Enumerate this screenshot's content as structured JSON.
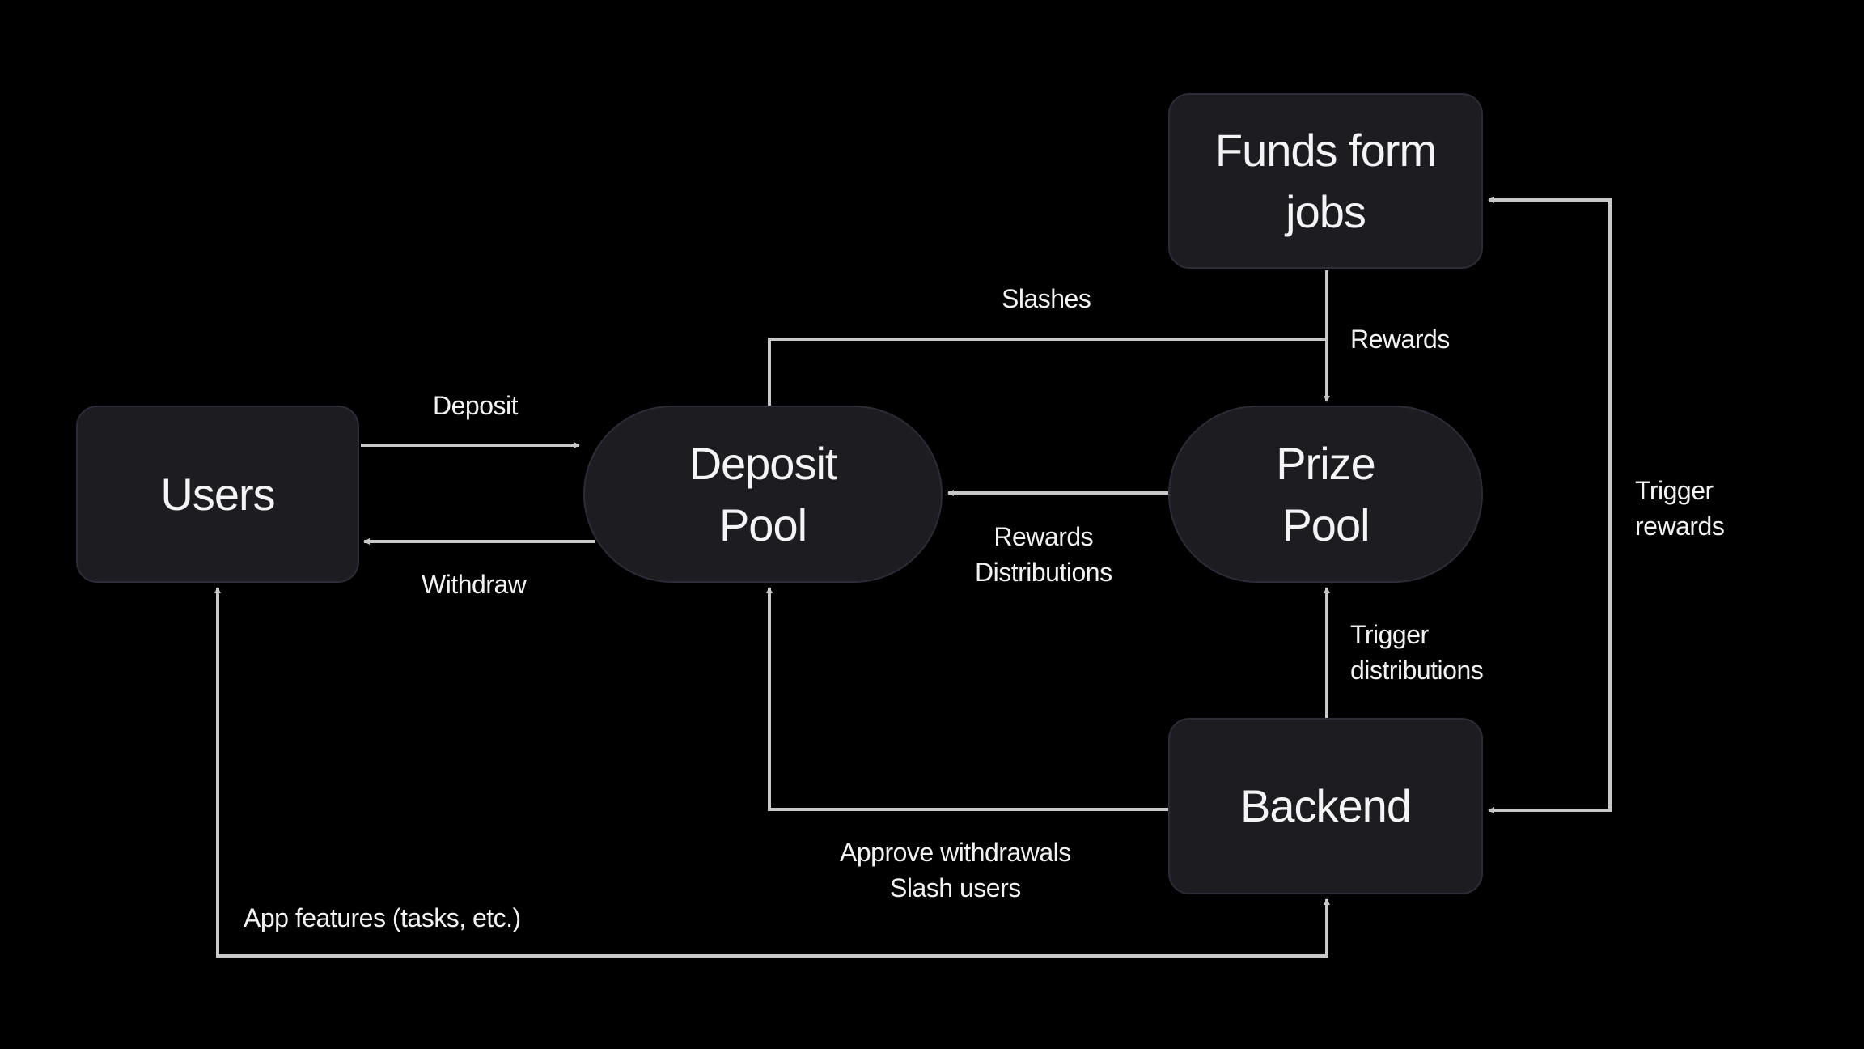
{
  "nodes": {
    "users": "Users",
    "deposit_pool": [
      "Deposit",
      "Pool"
    ],
    "prize_pool": [
      "Prize",
      "Pool"
    ],
    "funds": [
      "Funds form",
      "jobs"
    ],
    "backend": "Backend"
  },
  "edges": {
    "deposit": "Deposit",
    "withdraw": "Withdraw",
    "slashes": "Slashes",
    "rewards": "Rewards",
    "rewards_distributions": [
      "Rewards",
      "Distributions"
    ],
    "trigger_distributions": [
      "Trigger",
      "distributions"
    ],
    "trigger_rewards": [
      "Trigger",
      "rewards"
    ],
    "approve_slash": [
      "Approve withdrawals",
      "Slash users"
    ],
    "app_features": "App features (tasks, etc.)"
  },
  "colors": {
    "background": "#000000",
    "node_fill": "#1c1c21",
    "node_border": "#2c2c38",
    "connector": "#c8c8c8",
    "text": "#ffffff"
  }
}
